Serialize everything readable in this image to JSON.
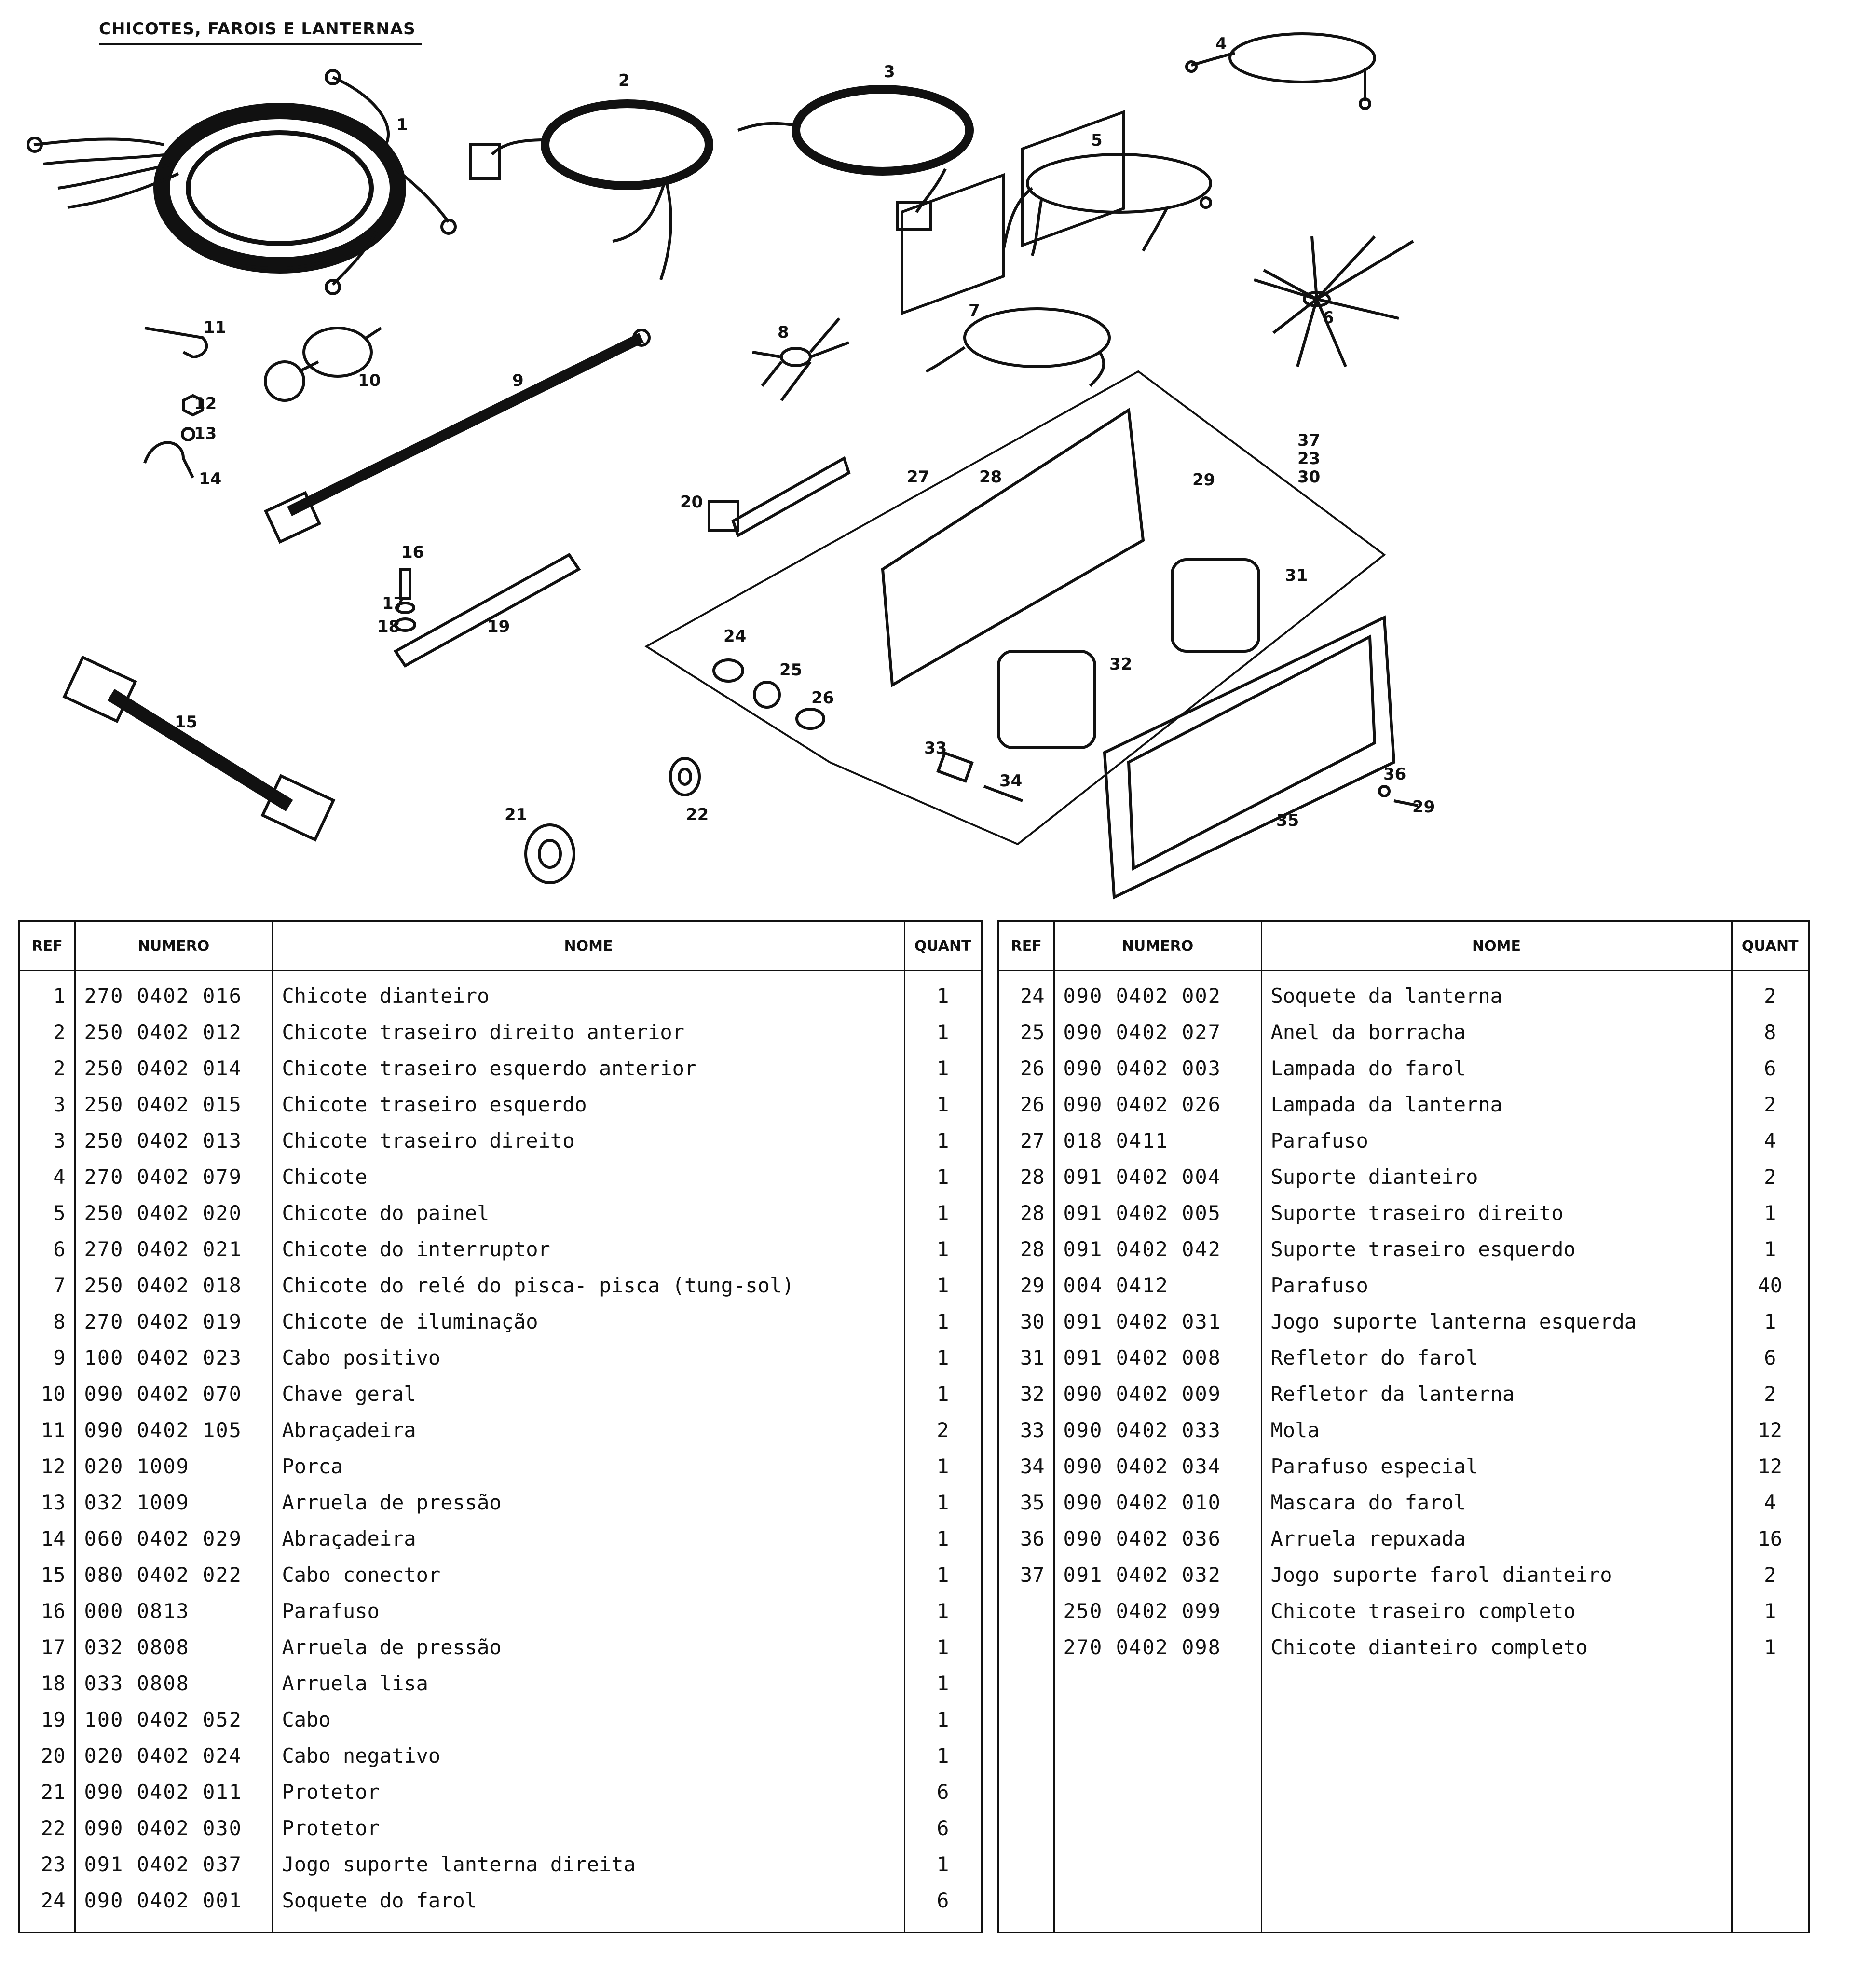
{
  "title": "CHICOTES, FAROIS E LANTERNAS",
  "columns": {
    "ref": "REF",
    "numero": "NUMERO",
    "nome": "NOME",
    "quant": "QUANT"
  },
  "callouts": [
    "1",
    "2",
    "3",
    "4",
    "5",
    "6",
    "7",
    "8",
    "9",
    "10",
    "11",
    "12",
    "13",
    "14",
    "15",
    "16",
    "17",
    "18",
    "19",
    "20",
    "21",
    "22",
    "24",
    "25",
    "26",
    "27",
    "28",
    "29",
    "31",
    "32",
    "33",
    "34",
    "35",
    "36",
    "29",
    "37",
    "23",
    "30"
  ],
  "parts_left": [
    {
      "ref": "1",
      "numero": "270 0402 016",
      "nome": "Chicote dianteiro",
      "quant": "1"
    },
    {
      "ref": "2",
      "numero": "250 0402 012",
      "nome": "Chicote traseiro direito anterior",
      "quant": "1"
    },
    {
      "ref": "2",
      "numero": "250 0402 014",
      "nome": "Chicote traseiro esquerdo anterior",
      "quant": "1"
    },
    {
      "ref": "3",
      "numero": "250 0402 015",
      "nome": "Chicote traseiro esquerdo",
      "quant": "1"
    },
    {
      "ref": "3",
      "numero": "250 0402 013",
      "nome": "Chicote traseiro direito",
      "quant": "1"
    },
    {
      "ref": "4",
      "numero": "270 0402 079",
      "nome": "Chicote",
      "quant": "1"
    },
    {
      "ref": "5",
      "numero": "250 0402 020",
      "nome": "Chicote do painel",
      "quant": "1"
    },
    {
      "ref": "6",
      "numero": "270 0402 021",
      "nome": "Chicote do interruptor",
      "quant": "1"
    },
    {
      "ref": "7",
      "numero": "250 0402 018",
      "nome": "Chicote do relé do pisca- pisca (tung-sol)",
      "quant": "1"
    },
    {
      "ref": "8",
      "numero": "270 0402 019",
      "nome": "Chicote de iluminação",
      "quant": "1"
    },
    {
      "ref": "9",
      "numero": "100 0402 023",
      "nome": "Cabo positivo",
      "quant": "1"
    },
    {
      "ref": "10",
      "numero": "090 0402 070",
      "nome": "Chave geral",
      "quant": "1"
    },
    {
      "ref": "11",
      "numero": "090 0402 105",
      "nome": "Abraçadeira",
      "quant": "2"
    },
    {
      "ref": "12",
      "numero": "020 1009",
      "nome": "Porca",
      "quant": "1"
    },
    {
      "ref": "13",
      "numero": "032 1009",
      "nome": "Arruela de pressão",
      "quant": "1"
    },
    {
      "ref": "14",
      "numero": "060 0402 029",
      "nome": "Abraçadeira",
      "quant": "1"
    },
    {
      "ref": "15",
      "numero": "080 0402 022",
      "nome": "Cabo conector",
      "quant": "1"
    },
    {
      "ref": "16",
      "numero": "000 0813",
      "nome": "Parafuso",
      "quant": "1"
    },
    {
      "ref": "17",
      "numero": "032 0808",
      "nome": "Arruela de pressão",
      "quant": "1"
    },
    {
      "ref": "18",
      "numero": "033 0808",
      "nome": "Arruela lisa",
      "quant": "1"
    },
    {
      "ref": "19",
      "numero": "100 0402 052",
      "nome": "Cabo",
      "quant": "1"
    },
    {
      "ref": "20",
      "numero": "020 0402 024",
      "nome": "Cabo negativo",
      "quant": "1"
    },
    {
      "ref": "21",
      "numero": "090 0402 011",
      "nome": "Protetor",
      "quant": "6"
    },
    {
      "ref": "22",
      "numero": "090 0402 030",
      "nome": "Protetor",
      "quant": "6"
    },
    {
      "ref": "23",
      "numero": "091 0402 037",
      "nome": "Jogo suporte lanterna direita",
      "quant": "1"
    },
    {
      "ref": "24",
      "numero": "090 0402 001",
      "nome": "Soquete do farol",
      "quant": "6"
    }
  ],
  "parts_right": [
    {
      "ref": "24",
      "numero": "090 0402 002",
      "nome": "Soquete da lanterna",
      "quant": "2"
    },
    {
      "ref": "25",
      "numero": "090 0402 027",
      "nome": "Anel da borracha",
      "quant": "8"
    },
    {
      "ref": "26",
      "numero": "090 0402 003",
      "nome": "Lampada do farol",
      "quant": "6"
    },
    {
      "ref": "26",
      "numero": "090 0402 026",
      "nome": "Lampada da lanterna",
      "quant": "2"
    },
    {
      "ref": "27",
      "numero": "018 0411",
      "nome": "Parafuso",
      "quant": "4"
    },
    {
      "ref": "28",
      "numero": "091 0402 004",
      "nome": "Suporte dianteiro",
      "quant": "2"
    },
    {
      "ref": "28",
      "numero": "091 0402 005",
      "nome": "Suporte traseiro direito",
      "quant": "1"
    },
    {
      "ref": "28",
      "numero": "091 0402 042",
      "nome": "Suporte traseiro esquerdo",
      "quant": "1"
    },
    {
      "ref": "29",
      "numero": "004 0412",
      "nome": "Parafuso",
      "quant": "40"
    },
    {
      "ref": "30",
      "numero": "091 0402 031",
      "nome": "Jogo suporte lanterna esquerda",
      "quant": "1"
    },
    {
      "ref": "31",
      "numero": "091 0402 008",
      "nome": "Refletor do farol",
      "quant": "6"
    },
    {
      "ref": "32",
      "numero": "090 0402 009",
      "nome": "Refletor da lanterna",
      "quant": "2"
    },
    {
      "ref": "33",
      "numero": "090 0402 033",
      "nome": "Mola",
      "quant": "12"
    },
    {
      "ref": "34",
      "numero": "090 0402 034",
      "nome": "Parafuso especial",
      "quant": "12"
    },
    {
      "ref": "35",
      "numero": "090 0402 010",
      "nome": "Mascara do farol",
      "quant": "4"
    },
    {
      "ref": "36",
      "numero": "090 0402 036",
      "nome": "Arruela repuxada",
      "quant": "16"
    },
    {
      "ref": "37",
      "numero": "091 0402 032",
      "nome": "Jogo suporte farol dianteiro",
      "quant": "2"
    },
    {
      "ref": "",
      "numero": "250 0402 099",
      "nome": "Chicote traseiro completo",
      "quant": "1"
    },
    {
      "ref": "",
      "numero": "270 0402 098",
      "nome": "Chicote dianteiro completo",
      "quant": "1"
    }
  ]
}
